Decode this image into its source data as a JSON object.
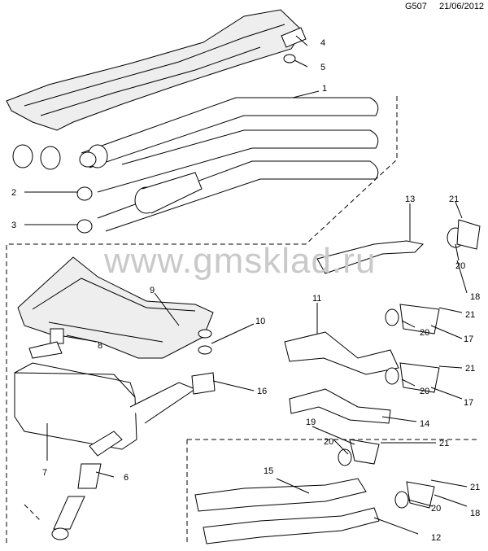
{
  "header": {
    "diagram_code": "G507",
    "date": "21/06/2012"
  },
  "watermark": "www.gmsklad.ru",
  "callouts": [
    {
      "label": "1"
    },
    {
      "label": "2"
    },
    {
      "label": "3"
    },
    {
      "label": "4"
    },
    {
      "label": "5"
    },
    {
      "label": "6"
    },
    {
      "label": "7"
    },
    {
      "label": "8"
    },
    {
      "label": "9"
    },
    {
      "label": "10"
    },
    {
      "label": "11"
    },
    {
      "label": "12"
    },
    {
      "label": "13"
    },
    {
      "label": "14"
    },
    {
      "label": "15"
    },
    {
      "label": "16"
    },
    {
      "label": "17"
    },
    {
      "label": "17"
    },
    {
      "label": "18"
    },
    {
      "label": "18"
    },
    {
      "label": "19"
    },
    {
      "label": "20"
    },
    {
      "label": "20"
    },
    {
      "label": "20"
    },
    {
      "label": "20"
    },
    {
      "label": "20"
    },
    {
      "label": "21"
    },
    {
      "label": "21"
    },
    {
      "label": "21"
    },
    {
      "label": "21"
    },
    {
      "label": "21"
    }
  ],
  "colors": {
    "line": "#000000",
    "fill": "#ffffff",
    "shade": "#d8d8d8",
    "watermark": "#c9c9c9"
  }
}
